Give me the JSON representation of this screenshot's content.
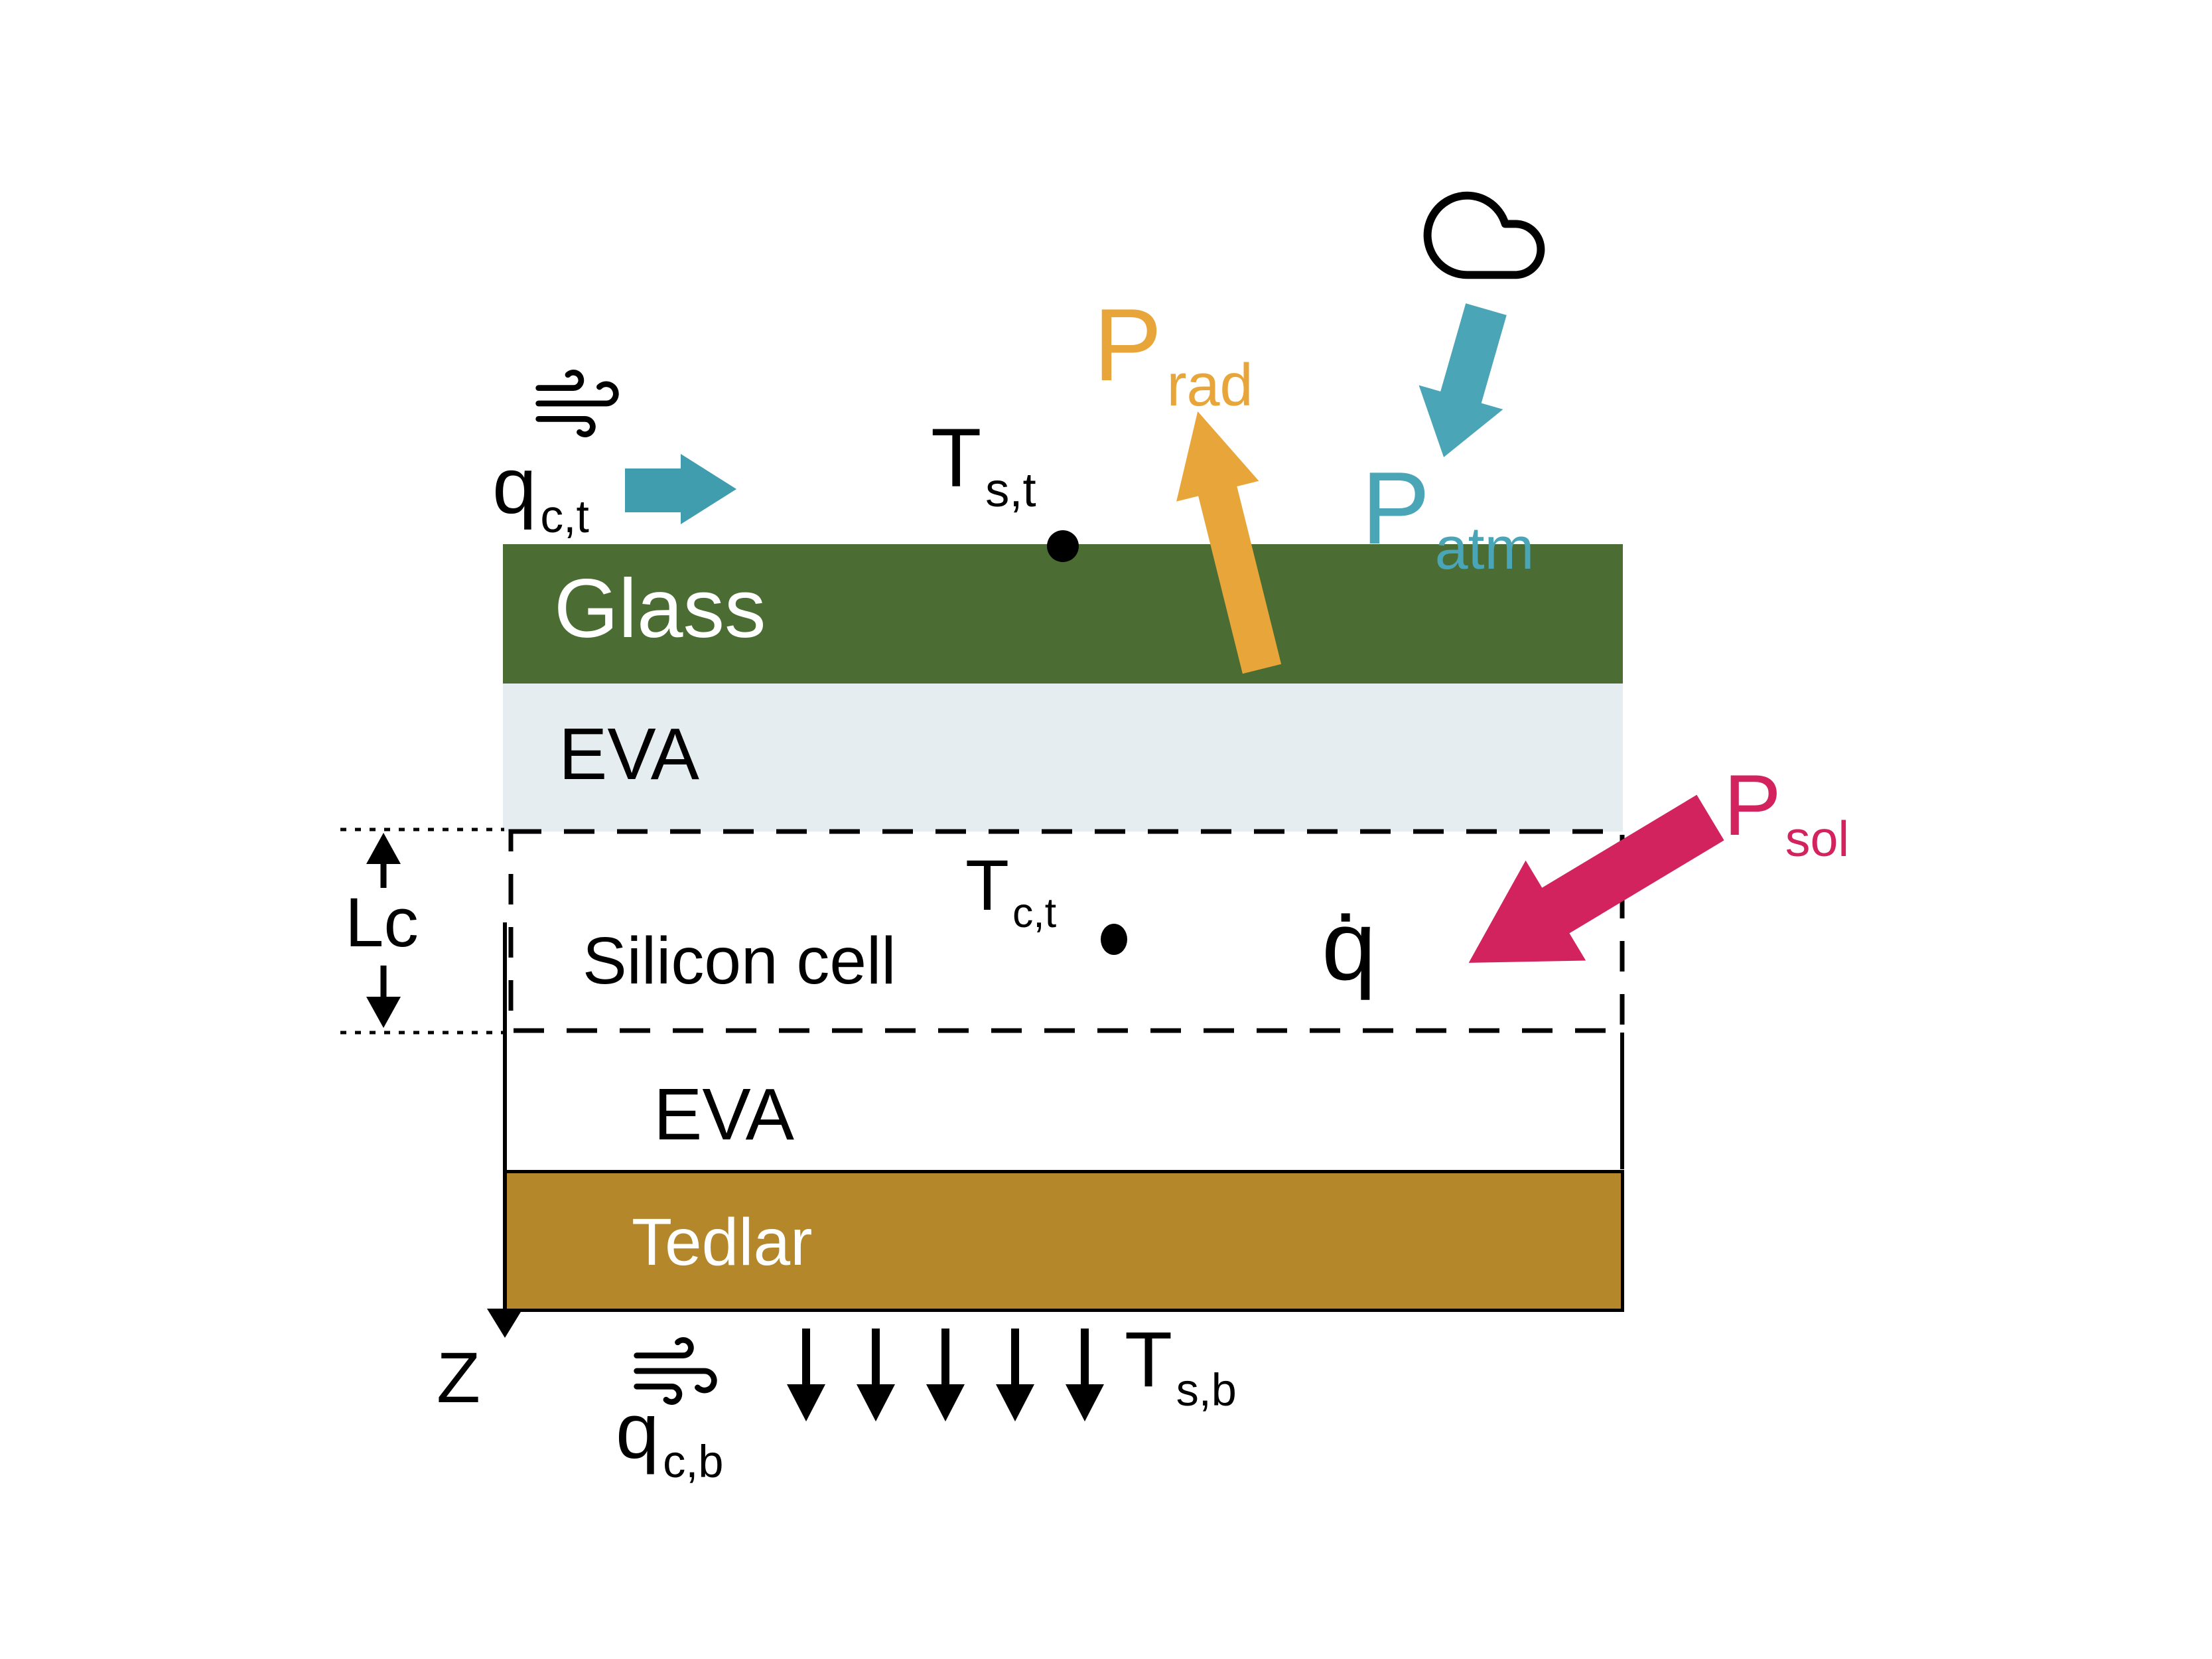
{
  "colors": {
    "glass_green": "#4b6d33",
    "eva_gray": "#e6edf0",
    "tedlar_gold": "#b5872b",
    "teal_arrow": "#3f9dae",
    "teal_text": "#4aa5b7",
    "orange": "#e8a63a",
    "pink": "#d2235f",
    "black": "#000000"
  },
  "layers": [
    {
      "key": "glass",
      "label": "Glass"
    },
    {
      "key": "eva-top",
      "label": "EVA"
    },
    {
      "key": "silicon-cell",
      "label": "Silicon cell"
    },
    {
      "key": "eva-bottom",
      "label": "EVA"
    },
    {
      "key": "tedlar",
      "label": "Tedlar"
    }
  ],
  "annotations": {
    "q_conv_top": {
      "base": "q",
      "sub": "c,t"
    },
    "T_surface_top": {
      "base": "T",
      "sub": "s,t"
    },
    "P_rad": {
      "base": "P",
      "sub": "rad"
    },
    "P_atm": {
      "base": "P",
      "sub": "atm"
    },
    "P_sol": {
      "base": "P",
      "sub": "sol"
    },
    "T_cell_top": {
      "base": "T",
      "sub": "c,t"
    },
    "q_gen": {
      "base": "q̇"
    },
    "cell_thickness": {
      "base": "Lc"
    },
    "z_axis": {
      "base": "Z"
    },
    "q_conv_bottom": {
      "base": "q",
      "sub": "c,b"
    },
    "T_surface_bottom": {
      "base": "T",
      "sub": "s,b"
    }
  },
  "icons": {
    "wind_top": "wind-icon",
    "cloud": "cloud-icon",
    "wind_bottom": "wind-icon"
  }
}
